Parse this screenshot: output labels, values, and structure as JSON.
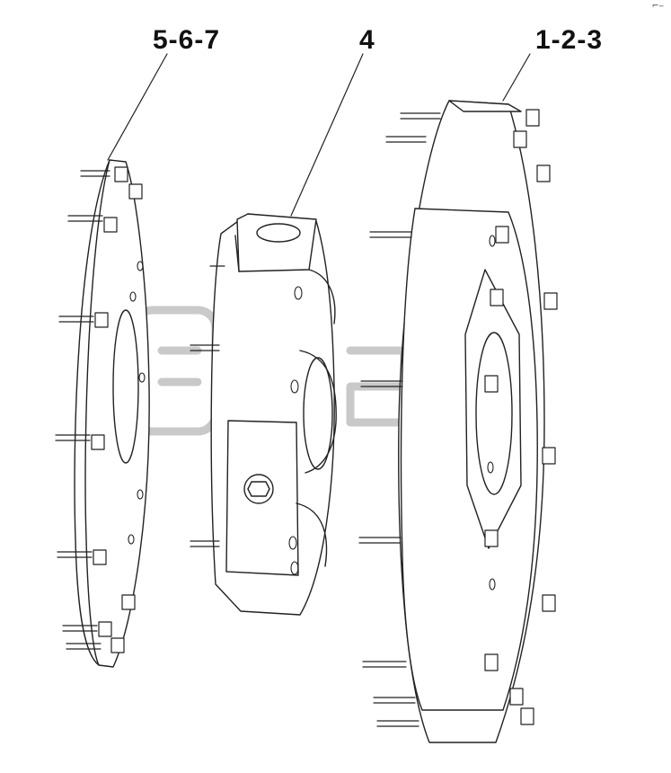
{
  "callouts": {
    "left": "5-6-7",
    "middle": "4",
    "right": "1-2-3"
  },
  "corner_mark": "⌐‒",
  "colors": {
    "line": "#222222",
    "watermark": "#b8b8b8"
  }
}
